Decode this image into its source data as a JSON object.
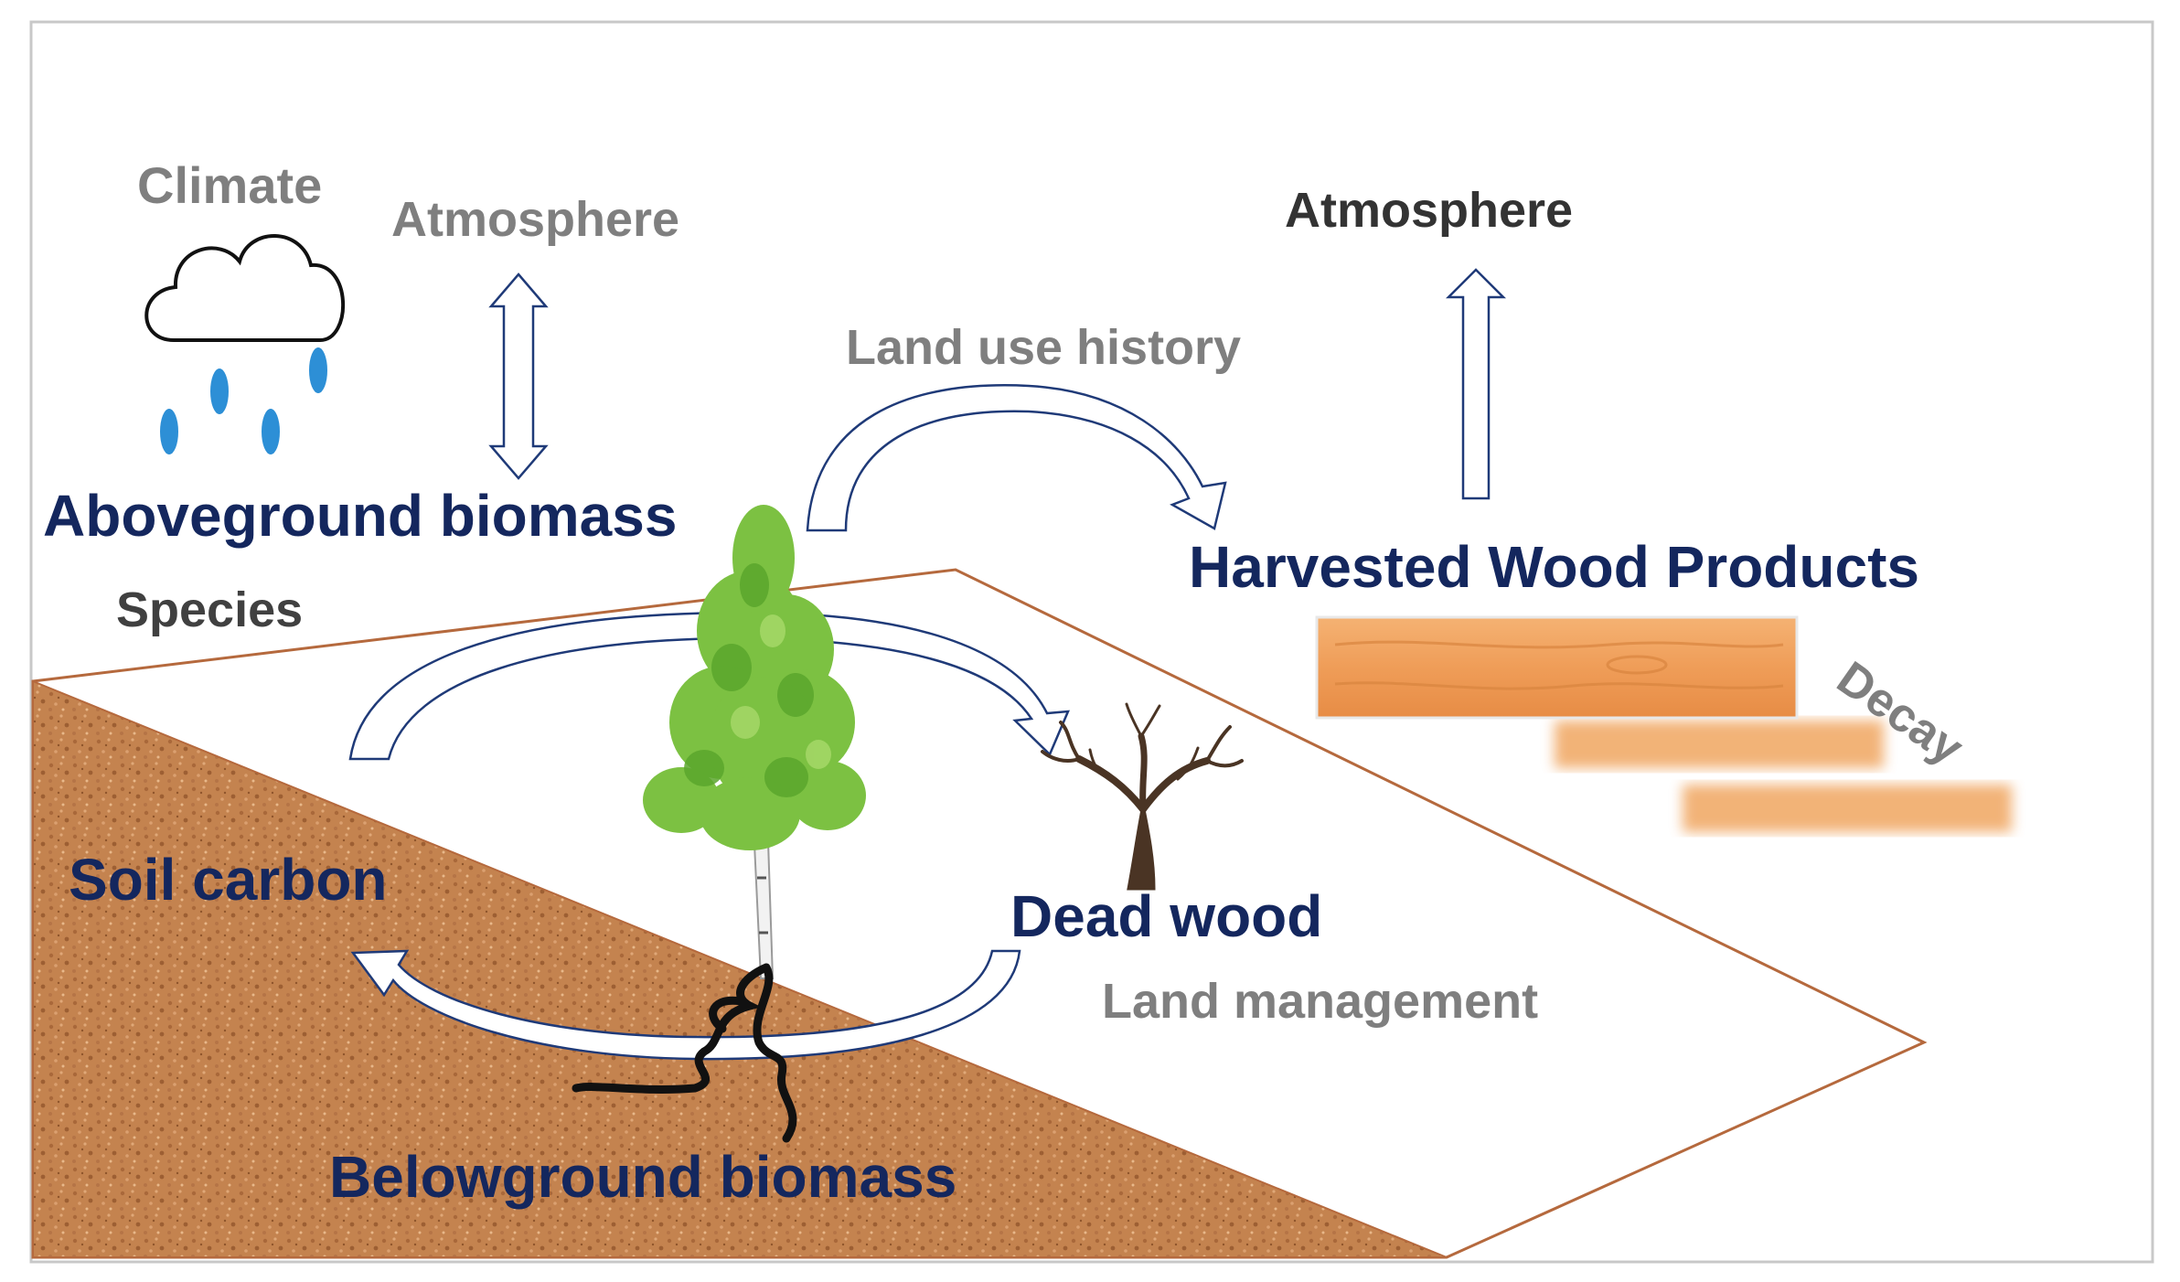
{
  "labels": {
    "climate": "Climate",
    "atmosphere_left": "Atmosphere",
    "atmosphere_right": "Atmosphere",
    "land_use_history": "Land use history",
    "aboveground_biomass": "Aboveground biomass",
    "species": "Species",
    "harvested_wood_products": "Harvested Wood Products",
    "decay": "Decay",
    "soil_carbon": "Soil carbon",
    "dead_wood": "Dead wood",
    "land_management": "Land management",
    "belowground_biomass": "Belowground biomass"
  },
  "colors": {
    "pool_label": "#14275e",
    "driver_label": "#7f7f7f",
    "arrow_stroke": "#1f3a78",
    "soil": "#c4834f",
    "plane_outline": "#b5693d",
    "wood": "#f0a660",
    "raindrop": "#2d8fd6",
    "foliage": "#7cc142"
  },
  "icons": [
    "cloud-rain-icon",
    "tree-icon",
    "dead-tree-icon",
    "roots-icon",
    "wood-plank-icon"
  ]
}
